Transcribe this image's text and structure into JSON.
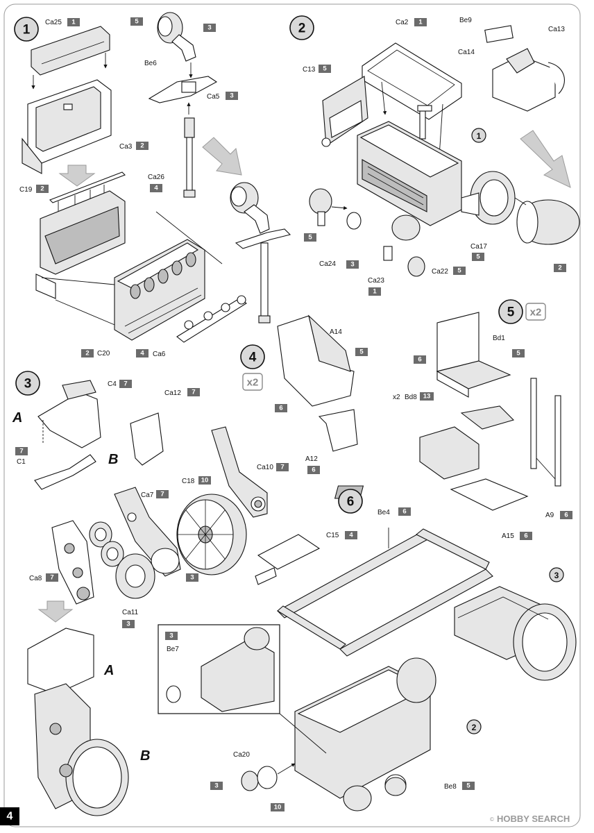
{
  "steps": [
    {
      "num": "1"
    },
    {
      "num": "2"
    },
    {
      "num": "3"
    },
    {
      "num": "4"
    },
    {
      "num": "5"
    },
    {
      "num": "6"
    }
  ],
  "multipliers": {
    "step4": "x2",
    "step5": "x2"
  },
  "subassembly_letters": {
    "a": "A",
    "b": "B"
  },
  "ref_circles": {
    "r1": "1",
    "r2": "2",
    "r3": "3"
  },
  "parts": {
    "ca25": {
      "name": "Ca25",
      "sprue": "1"
    },
    "be6": {
      "name": "Be6",
      "sprue": "5"
    },
    "be6_sub": {
      "sprue": "3"
    },
    "ca5": {
      "name": "Ca5",
      "sprue": "3"
    },
    "ca3": {
      "name": "Ca3",
      "sprue": "2"
    },
    "ca26": {
      "name": "Ca26",
      "sprue": "4"
    },
    "c19": {
      "name": "C19",
      "sprue": "2"
    },
    "c20": {
      "name": "C20",
      "sprue": "2"
    },
    "ca6": {
      "name": "Ca6",
      "sprue": "4"
    },
    "ca2": {
      "name": "Ca2",
      "sprue": "1"
    },
    "be9": {
      "name": "Be9"
    },
    "ca13": {
      "name": "Ca13"
    },
    "ca14": {
      "name": "Ca14"
    },
    "c13": {
      "name": "C13",
      "sprue": "5"
    },
    "ca24": {
      "name": "Ca24",
      "sprue": "5"
    },
    "ca24_sub": {
      "sprue": "3"
    },
    "ca23": {
      "name": "Ca23",
      "sprue": "1"
    },
    "ca22": {
      "name": "Ca22",
      "sprue": "5"
    },
    "ca17": {
      "name": "Ca17",
      "sprue": "5"
    },
    "ca17_sub": {
      "sprue": "2"
    },
    "c4": {
      "name": "C4",
      "sprue": "7"
    },
    "c1": {
      "name": "C1",
      "sprue": "7"
    },
    "ca12": {
      "name": "Ca12",
      "sprue": "7"
    },
    "ca10": {
      "name": "Ca10",
      "sprue": "7"
    },
    "c18": {
      "name": "C18",
      "sprue": "10"
    },
    "ca7": {
      "name": "Ca7",
      "sprue": "7"
    },
    "ca8": {
      "name": "Ca8",
      "sprue": "7"
    },
    "ca11": {
      "name": "Ca11",
      "sprue": "3"
    },
    "c18_hub": {
      "sprue": "3"
    },
    "a14": {
      "name": "A14",
      "sprue": "5"
    },
    "a14_side": {
      "sprue": "6"
    },
    "a12": {
      "name": "A12",
      "sprue": "6"
    },
    "bd1": {
      "name": "Bd1",
      "sprue": "5"
    },
    "bd1_side": {
      "sprue": "6"
    },
    "bd8": {
      "name": "Bd8",
      "sprue": "13",
      "qty": "x2"
    },
    "a9": {
      "name": "A9",
      "sprue": "6"
    },
    "a15": {
      "name": "A15",
      "sprue": "6"
    },
    "be4": {
      "name": "Be4",
      "sprue": "6"
    },
    "c15": {
      "name": "C15",
      "sprue": "4"
    },
    "be7": {
      "name": "Be7",
      "sprue": "3"
    },
    "ca20": {
      "name": "Ca20",
      "sprue": "3",
      "sprue2": "10"
    },
    "be8": {
      "name": "Be8",
      "sprue": "5"
    }
  },
  "page_number": "4",
  "watermark": {
    "text": "HOBBY SEARCH",
    "copyright": "©"
  }
}
